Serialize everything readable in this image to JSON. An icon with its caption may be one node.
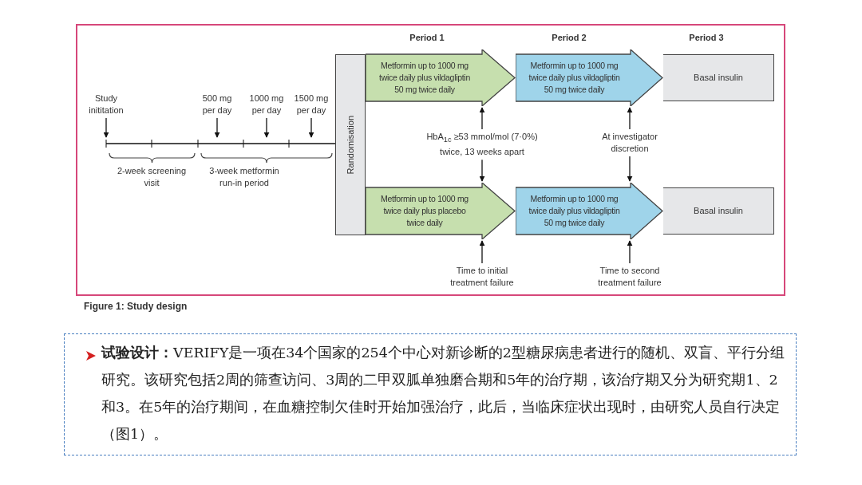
{
  "diagram": {
    "caption": "Figure 1: Study design",
    "nodes": [
      {
        "text": [
          "Study inititation"
        ]
      },
      {
        "text": [
          "500 mg per day"
        ]
      },
      {
        "text": [
          "1000 mg per day"
        ]
      },
      {
        "text": [
          "1500 mg per day"
        ]
      },
      {
        "text": [
          "Randomisation"
        ]
      },
      {
        "text": [
          "Metformin up to 1000 mg twice daily plus vildagliptin 50 mg twice daily"
        ]
      },
      {
        "text": [
          "Metformin up to 1000 mg twice daily plus vildagliptin 50 mg twice daily"
        ]
      },
      {
        "text": [
          "Basal insulin"
        ]
      },
      {
        "text": [
          "HbA$_{1c}$ ≥53 mmol/mol (7·0%) twice, 13 weeks apart"
        ]
      },
      {
        "text": [
          "At investigator discretion"
        ]
      },
      {
        "text": [
          "Metformin up to 1000 mg twice daily plus placebo twice daily"
        ]
      },
      {
        "text": [
          "Metformin up to 1000 mg twice daily plus vildagliptin 50 mg twice daily"
        ]
      },
      {
        "text": [
          "Basal insulin"
        ]
      },
      {
        "text": [
          "Time to initial treatment failure"
        ]
      },
      {
        "text": [
          "Time to second treatment failure"
        ]
      }
    ],
    "edges": [
      {
        "from": null,
        "to": 4,
        "arrow": "none"
      },
      {
        "from": 0,
        "to": null,
        "arrow": "to"
      },
      {
        "from": 1,
        "to": null,
        "arrow": "to"
      },
      {
        "from": 2,
        "to": null,
        "arrow": "to"
      },
      {
        "from": 3,
        "to": null,
        "arrow": "to"
      },
      {
        "from": 8,
        "to": 5,
        "arrow": "to"
      },
      {
        "from": 8,
        "to": 10,
        "arrow": "to"
      },
      {
        "from": 9,
        "to": 6,
        "arrow": "to"
      },
      {
        "from": 9,
        "to": 11,
        "arrow": "to"
      },
      {
        "from": 13,
        "to": 10,
        "arrow": "to"
      },
      {
        "from": 14,
        "to": 11,
        "arrow": "to"
      }
    ],
    "labels": [
      "Period 1",
      "Period 2",
      "Period 3",
      "2-week screening visit",
      "3-week metformin run-in period",
      "**试验设计：**VERIFY是一项在34个国家的254个中心对新诊断的2型糖尿病患者进行的随机、双盲、平行分组研究。该研究包括2周的筛查访问、3周的二甲双胍单独磨合期和5年的治疗期，该治疗期又分为研究期1、2和3。在5年的治疗期间，在血糖控制欠佳时开始加强治疗，此后，当临床症状出现时，由研究人员自行决定（图1）。"
    ]
  }
}
